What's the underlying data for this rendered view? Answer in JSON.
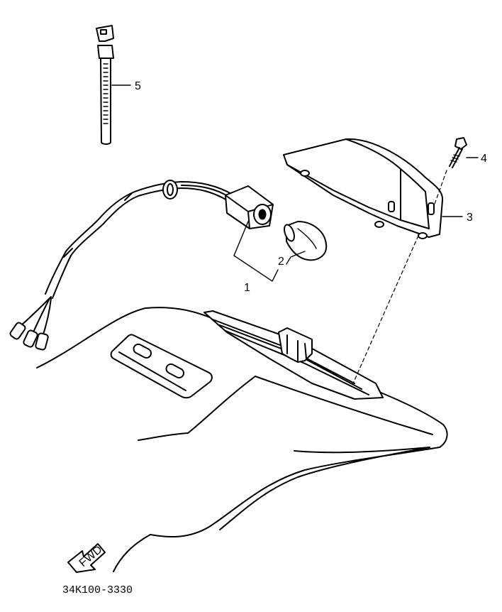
{
  "diagram": {
    "part_code": "34K100-3330",
    "front_arrow_label": "FWD",
    "callouts": {
      "p1": "1",
      "p2": "2",
      "p3": "3",
      "p4": "4",
      "p5": "5"
    },
    "parts": [
      {
        "number": "1",
        "component": "license-light-socket-harness"
      },
      {
        "number": "2",
        "component": "bulb"
      },
      {
        "number": "3",
        "component": "license-light-lens-cover"
      },
      {
        "number": "4",
        "component": "screw"
      },
      {
        "number": "5",
        "component": "cable-tie"
      }
    ]
  }
}
